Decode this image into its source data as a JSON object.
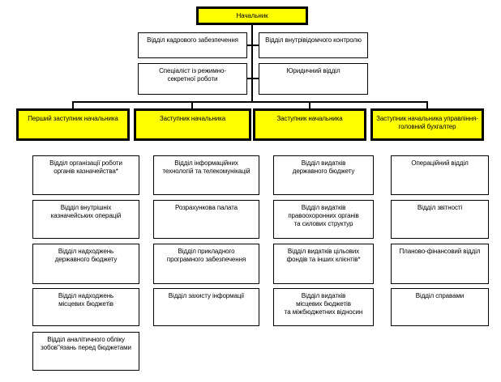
{
  "org": {
    "colors": {
      "highlight": "#FFFF00",
      "box_bg": "#FFFFFF",
      "border": "#000000"
    },
    "head": {
      "label": "Начальник"
    },
    "staff_row1": [
      {
        "label": "Відділ кадрового забезпечення"
      },
      {
        "label": "Відділ внутрівідомчого контролю"
      }
    ],
    "staff_row2": [
      {
        "label": "Спеціаліст із режимно-\nсекретної роботи"
      },
      {
        "label": "Юридичний відділ"
      }
    ],
    "deputies": [
      {
        "label": "Перший заступник начальника"
      },
      {
        "label": "Заступник начальника"
      },
      {
        "label": "Заступник начальника"
      },
      {
        "label": "Заступник начальника управління-\nголовний бухгалтер"
      }
    ],
    "columns": [
      {
        "departments": [
          {
            "label": "Відділ організації роботи\nорганів казначейства*"
          },
          {
            "label": "Відділ внутрішніх\nказначейських операцій"
          },
          {
            "label": "Відділ надходжень\nдержавного бюджету"
          },
          {
            "label": "Відділ надходжень\nмісцевих бюджетів"
          },
          {
            "label": "Відділ аналітичного обліку\nзобов\"язань перед бюджетами"
          }
        ]
      },
      {
        "departments": [
          {
            "label": "Відділ інформаційних\nтехнологій та телекомунікацій"
          },
          {
            "label": "Розрахункова палата"
          },
          {
            "label": "Відділ прикладного\nпрограмного забезпечення"
          },
          {
            "label": "Відділ захисту інформації"
          }
        ]
      },
      {
        "departments": [
          {
            "label": "Відділ видатків\nдержавного бюджету"
          },
          {
            "label": "Відділ видатків\nправоохоронних органів\nта силових структур"
          },
          {
            "label": "Відділ видатків цільових\nфондів та інших клієнтів*"
          },
          {
            "label": "Відділ видатків\nмісцевих бюджетів\nта міжбюджетних відносин"
          }
        ]
      },
      {
        "departments": [
          {
            "label": "Операційний відділ"
          },
          {
            "label": "Відділ звітності"
          },
          {
            "label": "Планово-фінансовий відділ"
          },
          {
            "label": "Відділ справами"
          }
        ]
      }
    ]
  }
}
